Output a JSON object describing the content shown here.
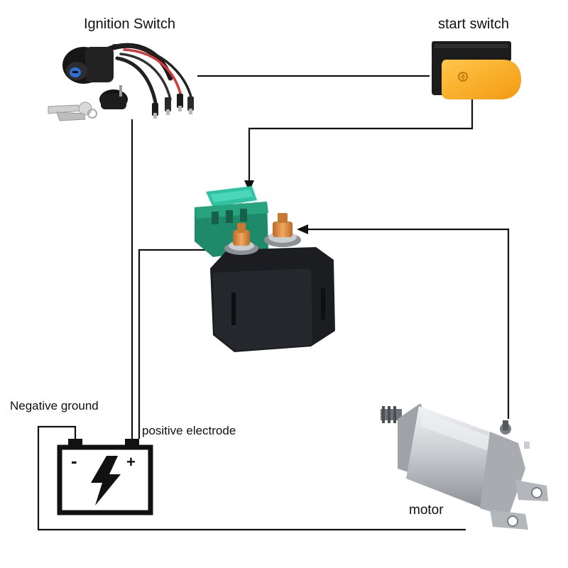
{
  "labels": {
    "ignition_switch": "Ignition Switch",
    "start_switch": "start switch",
    "negative_ground": "Negative ground",
    "positive_electrode": "positive electrode",
    "motor": "motor",
    "battery_minus": "-",
    "battery_plus": "+"
  },
  "colors": {
    "wire": "#111111",
    "relay_body": "#1b1d20",
    "relay_green": "#1f8a6a",
    "fuse_teal": "#2fc3a4",
    "terminal_copper": "#d88a3a",
    "start_yellow": "#f7a81c",
    "motor_silver": "#c9ccd0",
    "background": "#ffffff"
  },
  "icons": [
    "ignition-switch-icon",
    "key-icon",
    "start-switch-icon",
    "relay-icon",
    "battery-icon",
    "lightning-bolt-icon",
    "starter-motor-icon",
    "arrow-head-icon"
  ]
}
